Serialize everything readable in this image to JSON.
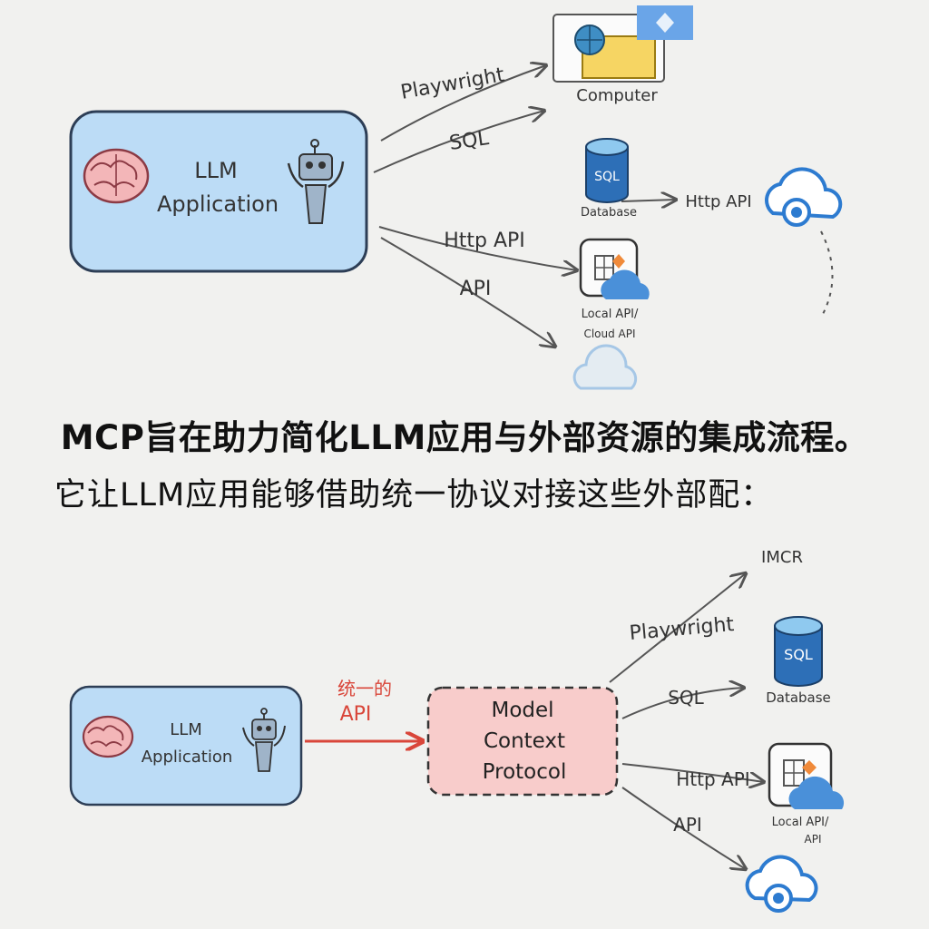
{
  "top_diagram": {
    "app_title_line1": "LLM",
    "app_title_line2": "Application",
    "edges": [
      "Playwright",
      "SQL",
      "Http API",
      "API"
    ],
    "computer_label": "Computer",
    "database_label": "Database",
    "database_badge": "SQL",
    "db_to_cloud_label": "Http API",
    "local_api_label_line1": "Local API/",
    "local_api_label_line2": "Cloud API"
  },
  "caption": {
    "headline": "MCP旨在助力简化LLM应用与外部资源的集成流程。",
    "subline": "它让LLM应用能够借助统一协议对接这些外部配："
  },
  "bottom_diagram": {
    "app_title_line1": "LLM",
    "app_title_line2": "Application",
    "unified_label_line1": "统一的",
    "unified_label_line2": "API",
    "mcp_line1": "Model",
    "mcp_line2": "Context",
    "mcp_line3": "Protocol",
    "edges": [
      "Playwright",
      "SQL",
      "Http API",
      "API"
    ],
    "top_target_label": "IMCR",
    "database_label": "Database",
    "database_badge": "SQL",
    "local_api_label_line1": "Local API/",
    "local_api_label_line2": "API"
  }
}
